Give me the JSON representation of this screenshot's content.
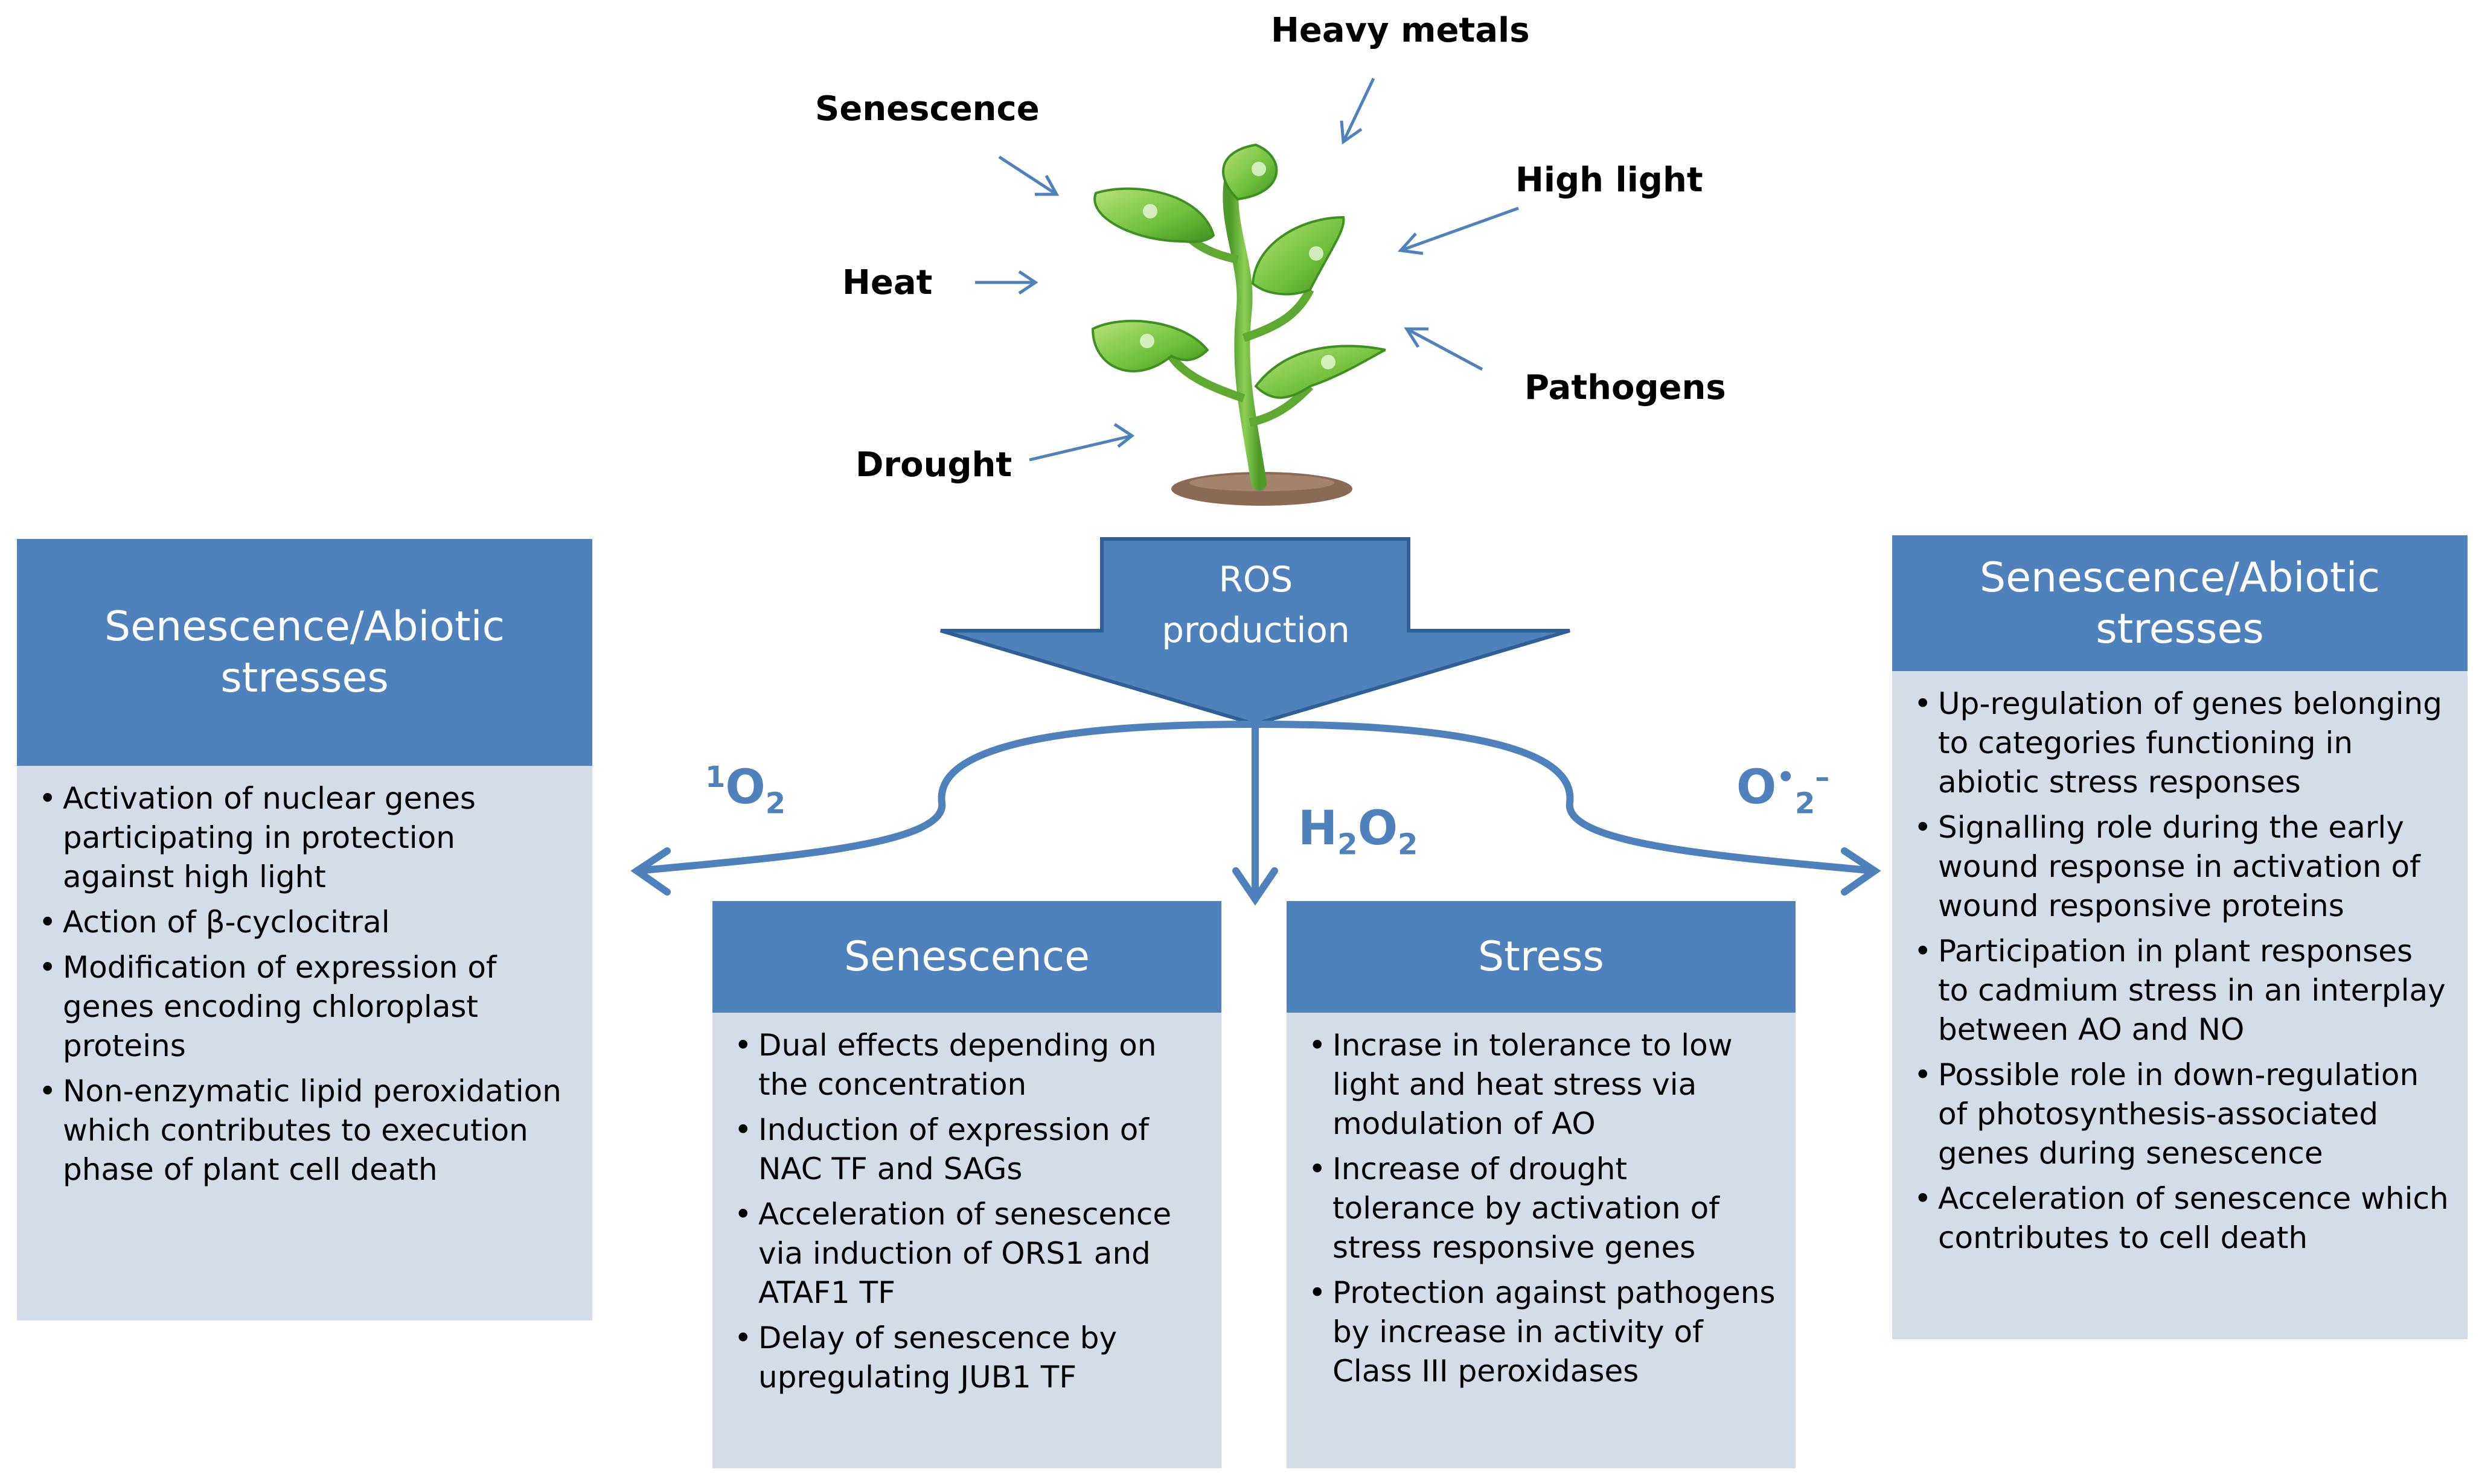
{
  "stressors": {
    "heavy_metals": "Heavy metals",
    "senescence": "Senescence",
    "high_light": "High light",
    "heat": "Heat",
    "pathogens": "Pathogens",
    "drought": "Drought"
  },
  "ros_production": {
    "line1": "ROS",
    "line2": "production"
  },
  "species": {
    "singlet_oxygen": {
      "sup": "1",
      "base": "O",
      "sub": "2"
    },
    "hydrogen_peroxide": {
      "h": "H",
      "sub1": "2",
      "o": "O",
      "sub2": "2"
    },
    "superoxide": {
      "base": "O",
      "sup_dot": "•",
      "sub": "2",
      "sup_charge": "–"
    }
  },
  "boxes": {
    "left": {
      "title": "Senescence/Abiotic stresses",
      "items": [
        "Activation of nuclear genes participating in protection against high light",
        "Action of β-cyclocitral",
        "Modification of expression of genes encoding chloroplast proteins",
        "Non-enzymatic lipid peroxidation which contributes to execution phase of plant cell death"
      ]
    },
    "senescence": {
      "title": "Senescence",
      "items": [
        "Dual effects depending on the concentration",
        "Induction of expression of NAC TF and SAGs",
        "Acceleration of senescence via induction of  ORS1 and ATAF1 TF",
        "Delay of senescence by upregulating JUB1 TF"
      ]
    },
    "stress": {
      "title": "Stress",
      "items": [
        "Incrase in tolerance to low light and heat stress via modulation of AO",
        "Increase of drought tolerance by activation of stress responsive genes",
        "Protection against pathogens by increase in activity of Class III peroxidases"
      ]
    },
    "right": {
      "title": "Senescence/Abiotic stresses",
      "items": [
        "Up-regulation of genes belonging to categories functioning in abiotic stress responses",
        "Signalling role during the early wound response  in activation of wound responsive proteins",
        "Participation in plant responses to cadmium stress in an interplay between AO and NO",
        "Possible role in down-regulation of photosynthesis-associated genes during senescence",
        "Acceleration of senescence which contributes to cell death"
      ]
    }
  },
  "colors": {
    "header_blue": "#4f81bd",
    "body_gray_blue": "#d4dce8",
    "arrow_blue": "#4f81bd",
    "leaf_green": "#7cc242",
    "stem_green": "#5fa832",
    "soil_brown": "#8b6a55"
  }
}
